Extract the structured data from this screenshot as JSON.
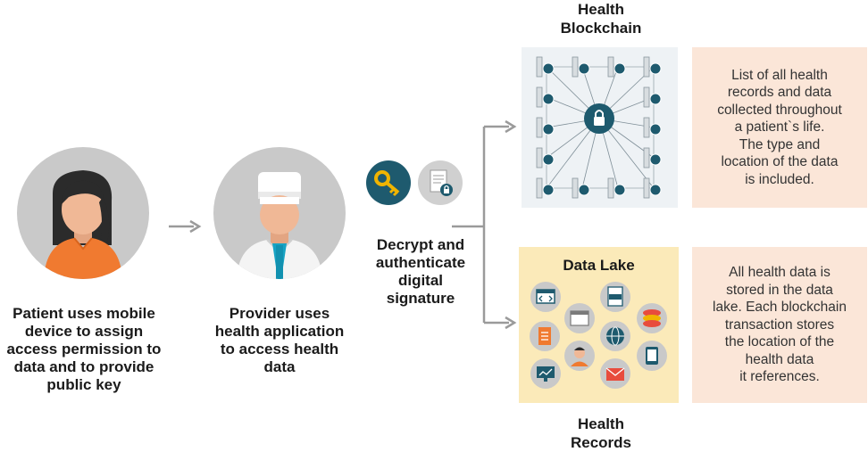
{
  "patient_caption": "Patient uses mobile\ndevice to assign\naccess permission to\ndata and to provide\npublic key",
  "provider_caption": "Provider uses\nhealth application\nto access health\ndata",
  "decrypt_caption": "Decrypt and\nauthenticate\ndigital\nsignature",
  "blockchain_title": "Health\nBlockchain",
  "blockchain_note": "List of all health\nrecords and data\ncollected throughout\na patient`s life.\nThe type and\nlocation of the data\nis included.",
  "data_lake_title": "Data Lake",
  "data_lake_note": "All health data is\nstored in the data\nlake. Each blockchain\ntransaction stores\nthe location of the\nhealth data\nit references.",
  "records_title": "Health\nRecords",
  "colors": {
    "circle_grey": "#c9c9c9",
    "note_bg": "#fbe6d8",
    "lake_bg": "#fbeab9",
    "teal": "#1e5a6e",
    "arrow": "#9a9a9a",
    "key_gold": "#f0b400"
  },
  "icons": [
    "patient-avatar-icon",
    "doctor-avatar-icon",
    "key-icon",
    "signed-document-icon",
    "blockchain-network-icon",
    "lock-icon",
    "code-window-icon",
    "browser-window-icon",
    "sql-file-icon",
    "database-stack-icon",
    "document-icon",
    "person-card-icon",
    "globe-network-icon",
    "tablet-icon",
    "monitor-chart-icon",
    "email-icon"
  ]
}
